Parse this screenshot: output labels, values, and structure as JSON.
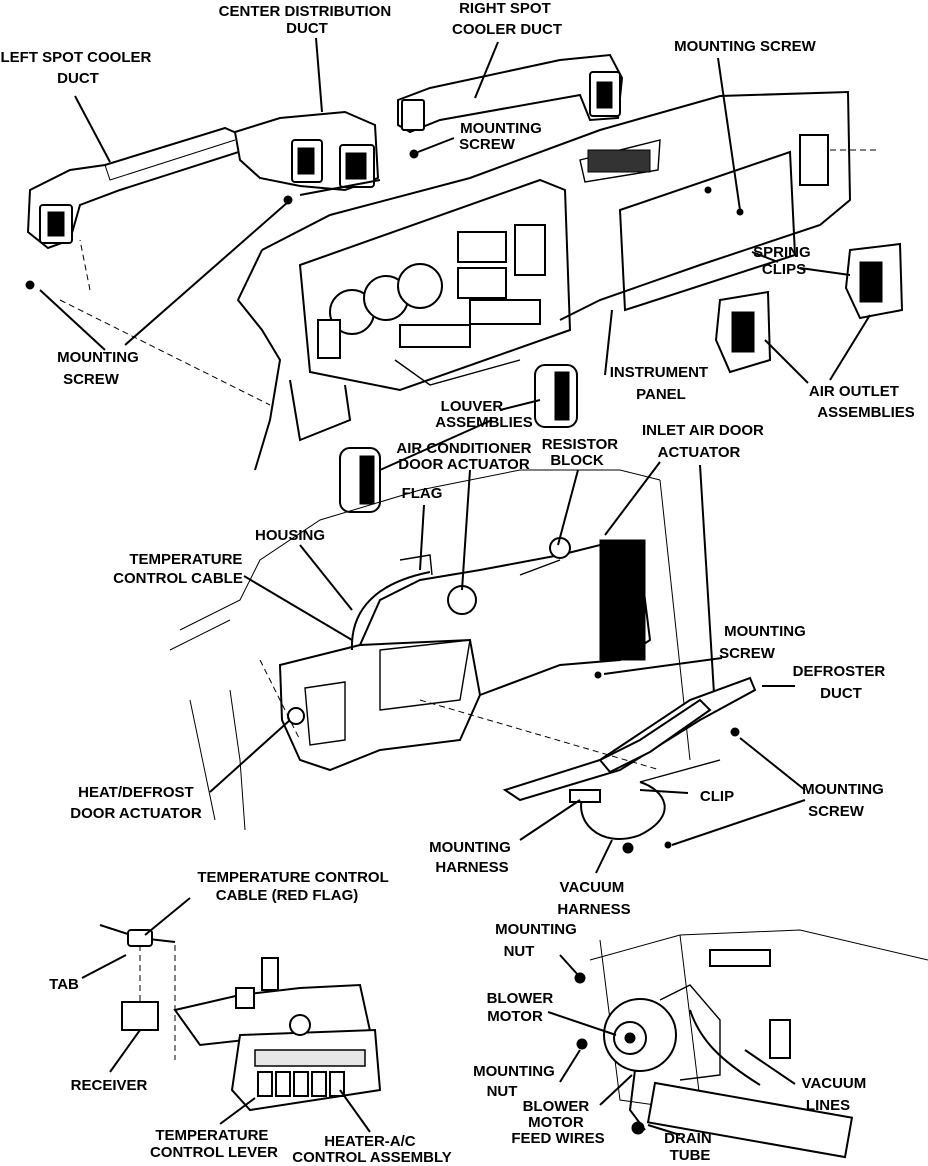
{
  "labels": {
    "left_spot_cooler_duct": [
      "LEFT SPOT COOLER",
      "DUCT"
    ],
    "center_distribution_duct": [
      "CENTER DISTRIBUTION",
      "DUCT"
    ],
    "right_spot_cooler_duct": [
      "RIGHT SPOT",
      "COOLER DUCT"
    ],
    "mounting_screw_top_right": [
      "MOUNTING SCREW"
    ],
    "mounting_screw_center": [
      "MOUNTING",
      "SCREW"
    ],
    "spring_clips": [
      "SPRING",
      "CLIPS"
    ],
    "mounting_screw_left": [
      "MOUNTING",
      "SCREW"
    ],
    "instrument_panel": [
      "INSTRUMENT",
      "PANEL"
    ],
    "air_outlet_assemblies": [
      "AIR OUTLET",
      "ASSEMBLIES"
    ],
    "louver_assemblies": [
      "LOUVER",
      "ASSEMBLIES"
    ],
    "air_conditioner_door_actuator": [
      "AIR CONDITIONER",
      "DOOR ACTUATOR"
    ],
    "resistor_block": [
      "RESISTOR",
      "BLOCK"
    ],
    "inlet_air_door_actuator": [
      "INLET AIR DOOR",
      "ACTUATOR"
    ],
    "flag": [
      "FLAG"
    ],
    "housing": [
      "HOUSING"
    ],
    "temperature_control_cable": [
      "TEMPERATURE",
      "CONTROL CABLE"
    ],
    "mounting_screw_mid": [
      "MOUNTING",
      "SCREW"
    ],
    "defroster_duct": [
      "DEFROSTER",
      "DUCT"
    ],
    "heat_defrost_door_actuator": [
      "HEAT/DEFROST",
      "DOOR ACTUATOR"
    ],
    "clip": [
      "CLIP"
    ],
    "mounting_screw_lower_right": [
      "MOUNTING",
      "SCREW"
    ],
    "mounting_harness": [
      "MOUNTING",
      "HARNESS"
    ],
    "vacuum_harness": [
      "VACUUM",
      "HARNESS"
    ],
    "temperature_control_cable_red_flag": [
      "TEMPERATURE CONTROL",
      "CABLE (RED FLAG)"
    ],
    "mounting_nut_top": [
      "MOUNTING",
      "NUT"
    ],
    "tab": [
      "TAB"
    ],
    "blower_motor": [
      "BLOWER",
      "MOTOR"
    ],
    "receiver": [
      "RECEIVER"
    ],
    "mounting_nut_bottom": [
      "MOUNTING",
      "NUT"
    ],
    "vacuum_lines": [
      "VACUUM",
      "LINES"
    ],
    "blower_motor_feed_wires": [
      "BLOWER",
      "MOTOR",
      "FEED WIRES"
    ],
    "temperature_control_lever": [
      "TEMPERATURE",
      "CONTROL LEVER"
    ],
    "heater_ac_control_assembly": [
      "HEATER-A/C",
      "CONTROL ASSEMBLY"
    ],
    "drain_tube": [
      "DRAIN",
      "TUBE"
    ]
  }
}
